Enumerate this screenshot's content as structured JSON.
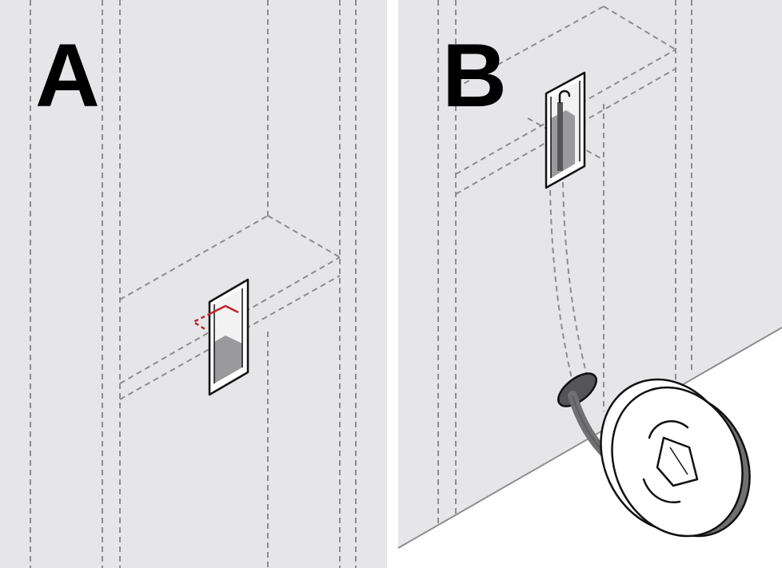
{
  "panels": [
    {
      "label": "A"
    },
    {
      "label": "B"
    }
  ],
  "colors": {
    "background": "#ffffff",
    "wall": "#e6e6e8",
    "dashed_line": "#8d8d90",
    "outline": "#111111",
    "box_fill": "#9a9a9c",
    "cut_marker": "#c0232b",
    "cable": "#707072",
    "floor": "#ffffff"
  },
  "icons": {
    "panel_a": [
      "wall-stud-guides",
      "electrical-box-icon",
      "cut-mark-icon"
    ],
    "panel_b": [
      "wall-stud-guides",
      "electrical-box-icon",
      "fish-tape-hook-icon",
      "fish-tape-reel-icon"
    ]
  }
}
